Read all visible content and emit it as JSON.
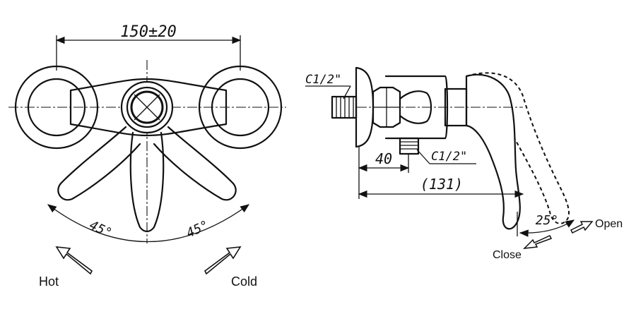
{
  "front_view": {
    "width_dimension": "150±20",
    "angle_left": "45°",
    "angle_right": "45°",
    "hot_label": "Hot",
    "cold_label": "Cold"
  },
  "side_view": {
    "inlet_thread_label": "C1/2\"",
    "outlet_thread_label": "C1/2\"",
    "dimension_40": "40",
    "dimension_131": "(131)",
    "angle_label": "25°",
    "open_label": "Open",
    "close_label": "Close"
  }
}
